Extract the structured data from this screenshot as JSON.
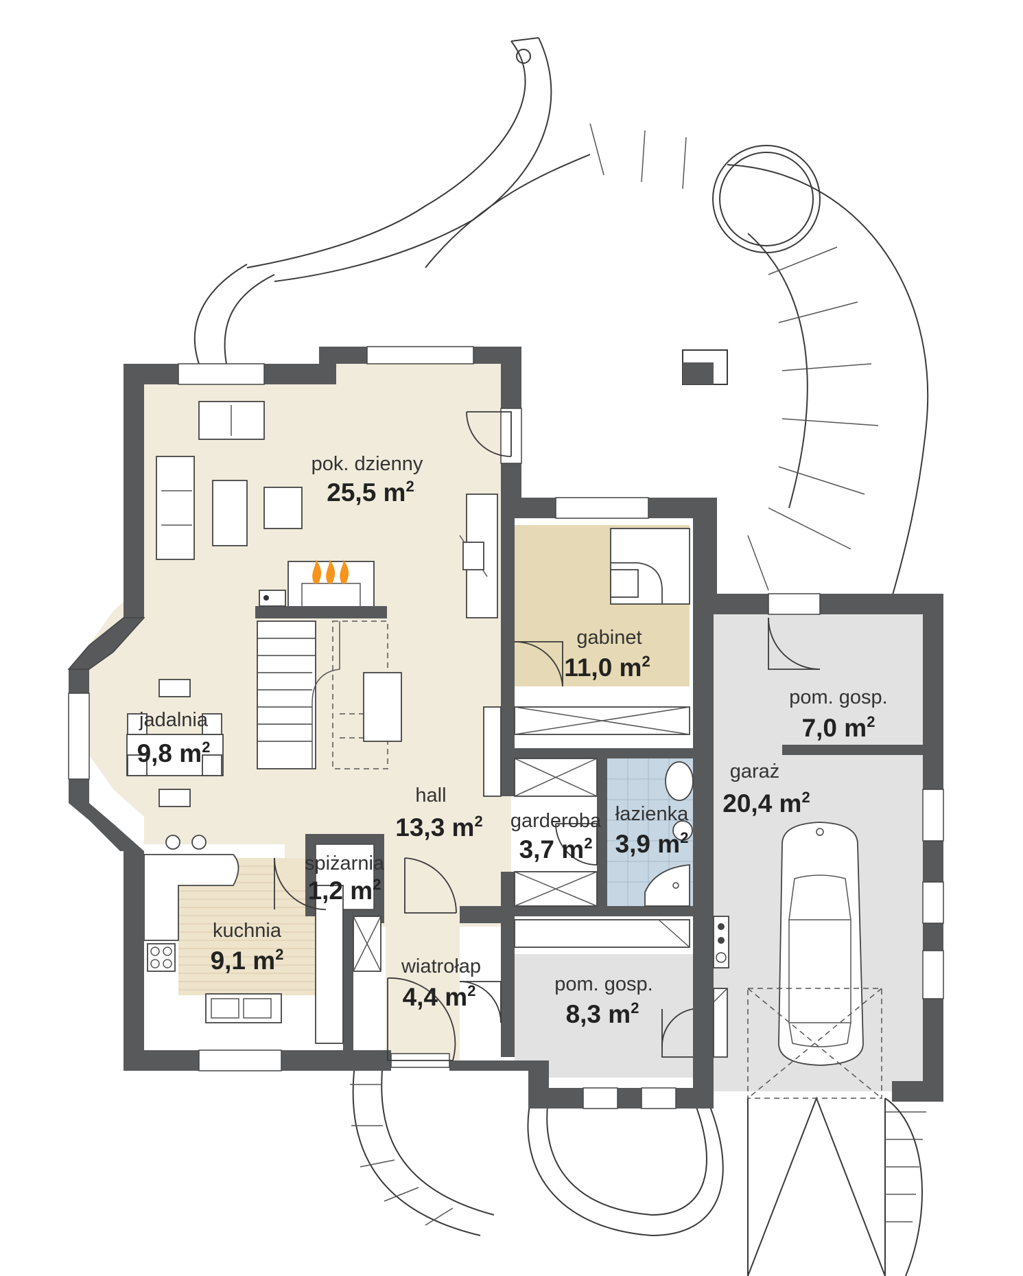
{
  "colors": {
    "living": "#f1ebdc",
    "study": "#e6d9b5",
    "utility": "#e2e2e2",
    "bathroom": "#c6d6e2",
    "wall": "#58595b",
    "kitchen_floor": "#eee3cb",
    "flame": "#f7941d"
  },
  "rooms": [
    {
      "id": "living-room",
      "name": "pok. dzienny",
      "area": "25,5 m",
      "unit_exp": "2"
    },
    {
      "id": "study",
      "name": "gabinet",
      "area": "11,0 m",
      "unit_exp": "2"
    },
    {
      "id": "utility-room-1",
      "name": "pom. gosp.",
      "area": "7,0 m",
      "unit_exp": "2"
    },
    {
      "id": "dining-room",
      "name": "jadalnia",
      "area": "9,8 m",
      "unit_exp": "2"
    },
    {
      "id": "garage",
      "name": "garaż",
      "area": "20,4 m",
      "unit_exp": "2"
    },
    {
      "id": "hall",
      "name": "hall",
      "area": "13,3 m",
      "unit_exp": "2"
    },
    {
      "id": "wardrobe",
      "name": "garderoba",
      "area": "3,7 m",
      "unit_exp": "2"
    },
    {
      "id": "bathroom",
      "name": "łazienka",
      "area": "3,9 m",
      "unit_exp": "2"
    },
    {
      "id": "pantry",
      "name": "spiżarnia",
      "area": "1,2 m",
      "unit_exp": "2"
    },
    {
      "id": "kitchen",
      "name": "kuchnia",
      "area": "9,1 m",
      "unit_exp": "2"
    },
    {
      "id": "vestibule",
      "name": "wiatrołap",
      "area": "4,4 m",
      "unit_exp": "2"
    },
    {
      "id": "utility-room-2",
      "name": "pom. gosp.",
      "area": "8,3 m",
      "unit_exp": "2"
    }
  ]
}
